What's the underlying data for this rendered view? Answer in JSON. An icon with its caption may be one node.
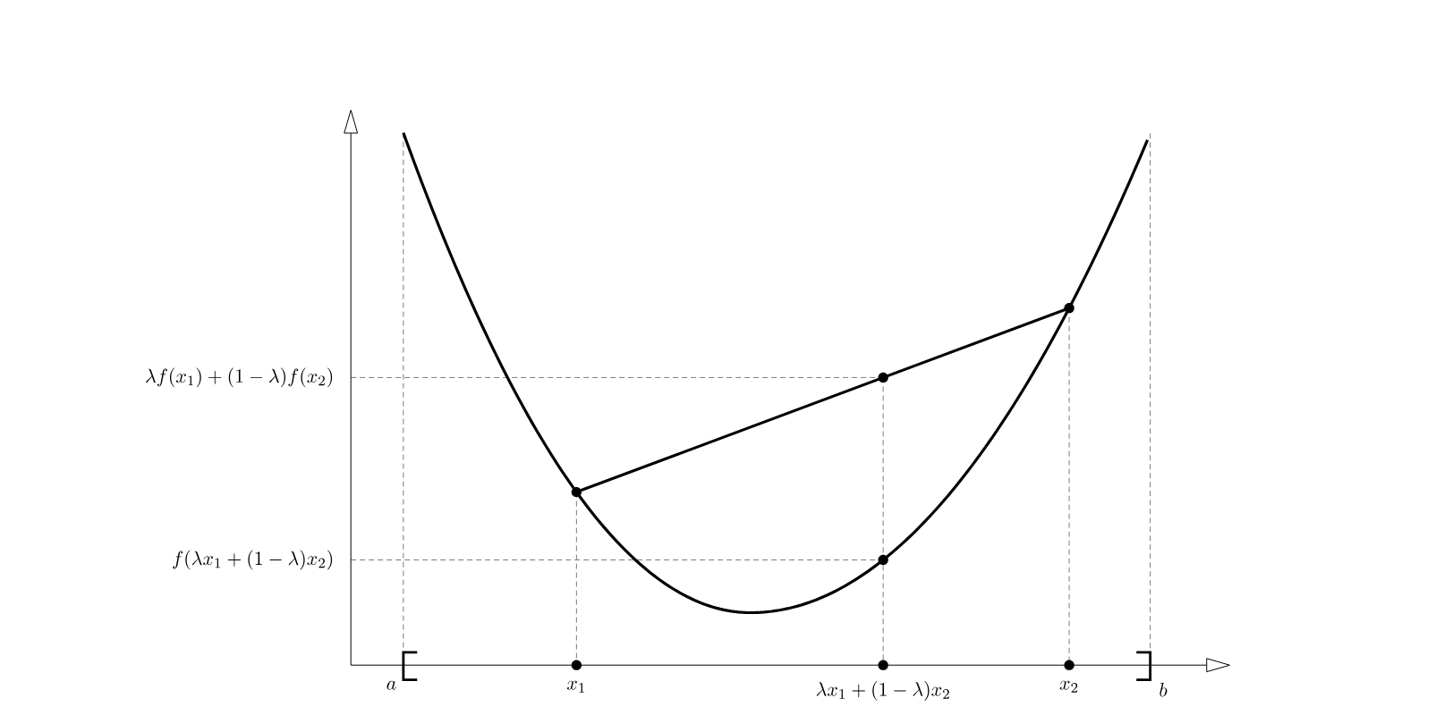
{
  "diagram": {
    "labels": [
      "\\lambda f(x_1)+(1-\\lambda)f(x_2)",
      "f(\\lambda x_1+(1-\\lambda)x_2)",
      "a",
      "x_1",
      "\\lambda x_1+(1-\\lambda)x_2",
      "x_2",
      "b"
    ]
  }
}
